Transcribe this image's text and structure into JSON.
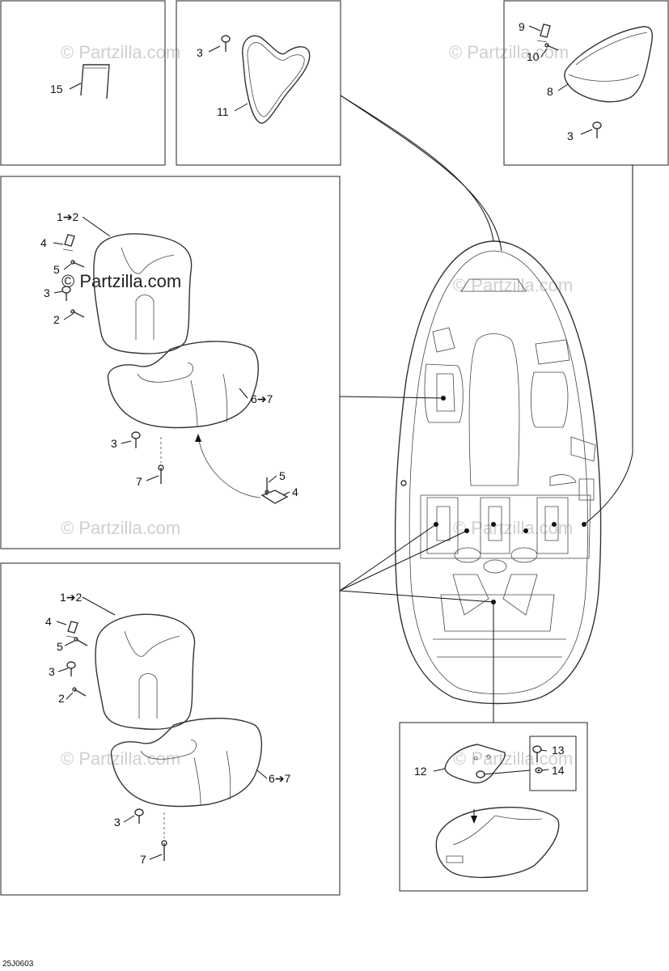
{
  "labels": {
    "p15": "15",
    "p3_top": "3",
    "p11": "11",
    "p9": "9",
    "p10": "10",
    "p8": "8",
    "p3_right": "3",
    "a_1to2": "1➔2",
    "a_4": "4",
    "a_5": "5",
    "a_3": "3",
    "a_2": "2",
    "a_6to7": "6➔7",
    "a_3b": "3",
    "a_7": "7",
    "a_5b": "5",
    "a_4b": "4",
    "b_1to2": "1➔2",
    "b_4": "4",
    "b_5": "5",
    "b_3": "3",
    "b_2": "2",
    "b_6to7": "6➔7",
    "b_3b": "3",
    "b_7": "7",
    "p13": "13",
    "p12": "12",
    "p14": "14"
  },
  "watermark": "© Partzilla.com",
  "drawing_code": "25J0603"
}
